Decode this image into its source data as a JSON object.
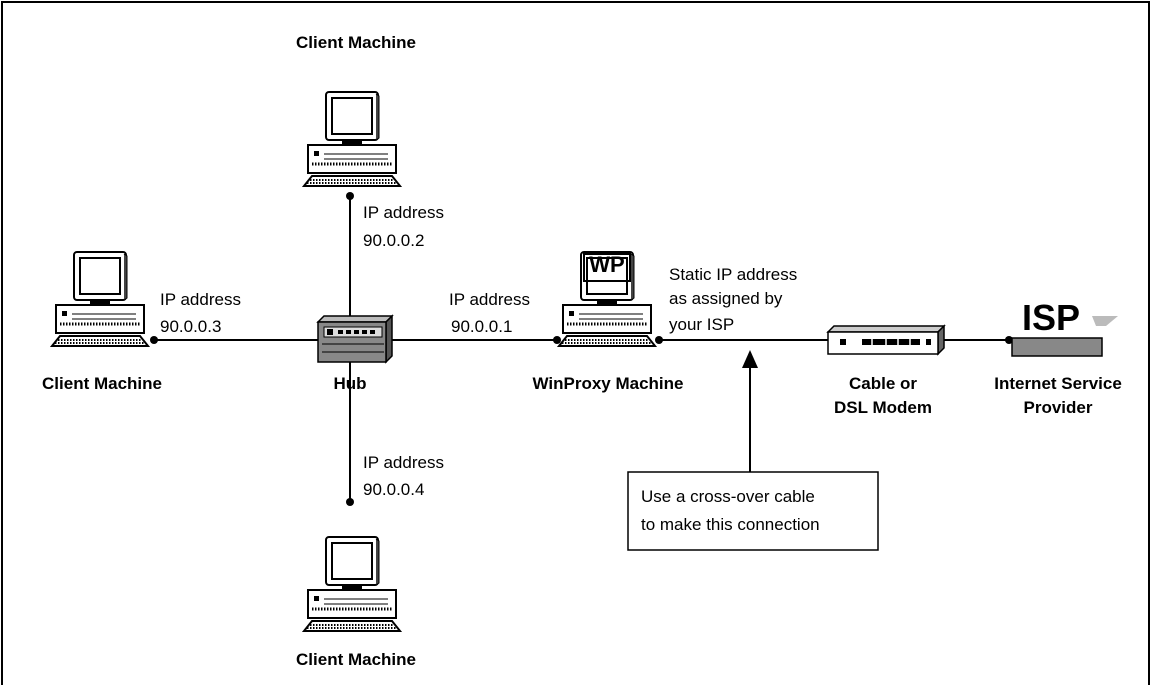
{
  "nodes": {
    "client_top": {
      "title": "Client Machine",
      "ip_label": "IP address",
      "ip": "90.0.0.2"
    },
    "client_left": {
      "title": "Client Machine",
      "ip_label": "IP address",
      "ip": "90.0.0.3"
    },
    "client_bottom": {
      "title": "Client Machine",
      "ip_label": "IP address",
      "ip": "90.0.0.4"
    },
    "hub": {
      "title": "Hub"
    },
    "winproxy": {
      "title": "WinProxy Machine",
      "ip_label": "IP address",
      "ip": "90.0.0.1",
      "screen_text": "WP"
    },
    "modem": {
      "title_line1": "Cable or",
      "title_line2": "DSL Modem"
    },
    "isp": {
      "logo": "ISP",
      "title_line1": "Internet Service",
      "title_line2": "Provider"
    }
  },
  "static_ip_note": [
    "Static IP address",
    "as assigned by",
    "your ISP"
  ],
  "callout": [
    "Use a cross-over cable",
    "to make this connection"
  ]
}
